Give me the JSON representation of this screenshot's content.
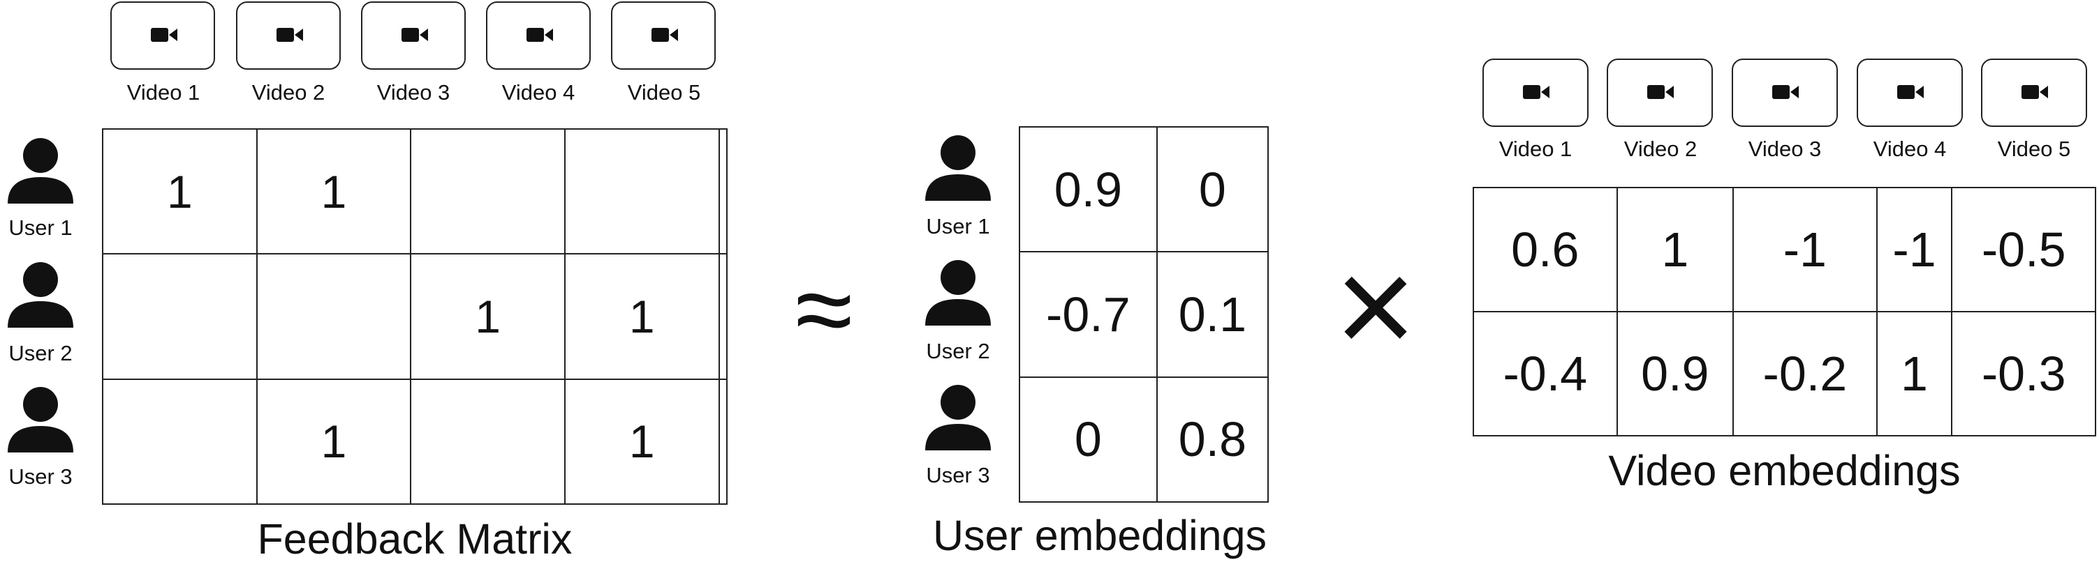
{
  "videos": [
    "Video 1",
    "Video 2",
    "Video 3",
    "Video 4",
    "Video 5"
  ],
  "users": [
    "User 1",
    "User 2",
    "User 3"
  ],
  "feedback_matrix": {
    "title": "Feedback Matrix",
    "rows": [
      [
        "1",
        "1",
        "",
        "",
        ""
      ],
      [
        "",
        "",
        "1",
        "1",
        ""
      ],
      [
        "",
        "1",
        "",
        "1",
        ""
      ]
    ]
  },
  "operators": {
    "approx": "≈",
    "times": "×"
  },
  "user_embeddings": {
    "title": "User embeddings",
    "rows": [
      [
        "0.9",
        "0"
      ],
      [
        "-0.7",
        "0.1"
      ],
      [
        "0",
        "0.8"
      ]
    ]
  },
  "video_embeddings": {
    "title": "Video embeddings",
    "rows": [
      [
        "0.6",
        "1",
        "-1",
        "-1",
        "-0.5"
      ],
      [
        "-0.4",
        "0.9",
        "-0.2",
        "1",
        "-0.3"
      ]
    ]
  },
  "icons": {
    "video": "video-camera-icon",
    "user": "user-person-icon"
  },
  "colors": {
    "stroke": "#222222",
    "fill": "#111111",
    "background": "#ffffff"
  }
}
